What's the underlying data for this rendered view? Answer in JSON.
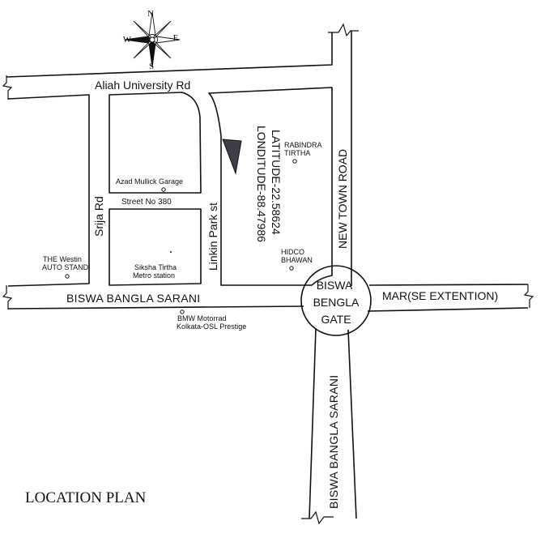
{
  "compass": {
    "north": "N",
    "south": "S",
    "east": "E",
    "west": "W"
  },
  "roads": {
    "aliah_university_rd": "Aliah University Rd",
    "srija_rd": "Srija Rd",
    "street_380": "Street No 380",
    "linkin_park_st": "Linkin Park st",
    "new_town_road": "NEW TOWN ROAD",
    "biswa_bangla_sarani_h": "BISWA BANGLA SARANI",
    "biswa_bangla_sarani_v": "BISWA BANGLA SARANI",
    "mar_se_extention": "MAR(SE EXTENTION)"
  },
  "roundabout": {
    "line1": "BISWA",
    "line2": "BENGLA",
    "line3": "GATE"
  },
  "landmarks": {
    "azad_mullick_garage": "Azad Mullick Garage",
    "rabindra_line1": "RABINDRA",
    "rabindra_line2": "TIRTHA",
    "hidco_line1": "HIDCO",
    "hidco_line2": "BHAWAN",
    "westin_line1": "THE Westin",
    "westin_line2": "AUTO STAND",
    "siksha_line1": "Siksha Tirtha",
    "siksha_line2": "Metro station",
    "bmw_line1": "BMW Motorrad",
    "bmw_line2": "Kolkata-OSL Prestige"
  },
  "site": {
    "latitude_label": "LATITUDE-22.58624",
    "longitude_label": "LONDITUDE-88.47986"
  },
  "title": "LOCATION PLAN",
  "colors": {
    "line": "#111111",
    "site_marker": "#3c3f4a",
    "background": "#ffffff"
  }
}
